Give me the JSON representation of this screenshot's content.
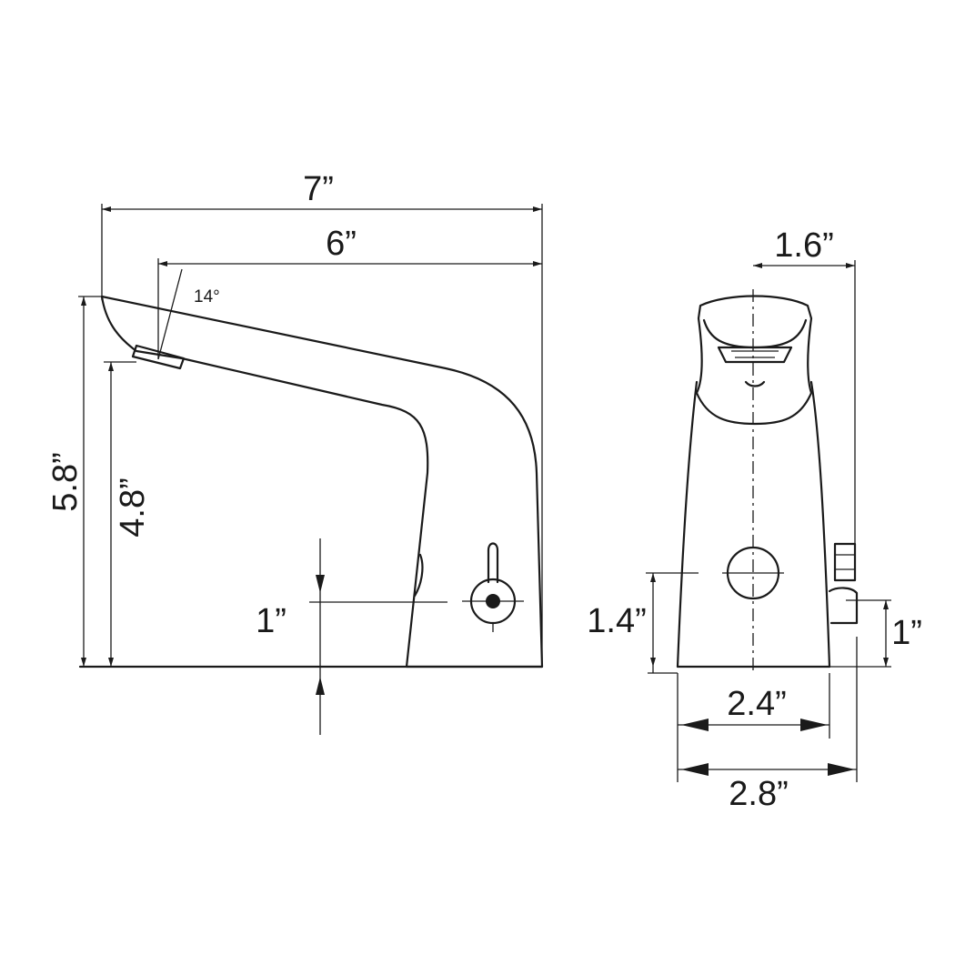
{
  "side_view": {
    "overall_width": "7”",
    "spout_reach": "6”",
    "spout_angle": "14°",
    "overall_height": "5.8”",
    "outlet_height": "4.8”",
    "sensor_height": "1”"
  },
  "front_view": {
    "spout_offset": "1.6”",
    "sensor_center_height": "1.4”",
    "side_part_height": "1”",
    "base_width": "2.4”",
    "overall_width": "2.8”"
  }
}
